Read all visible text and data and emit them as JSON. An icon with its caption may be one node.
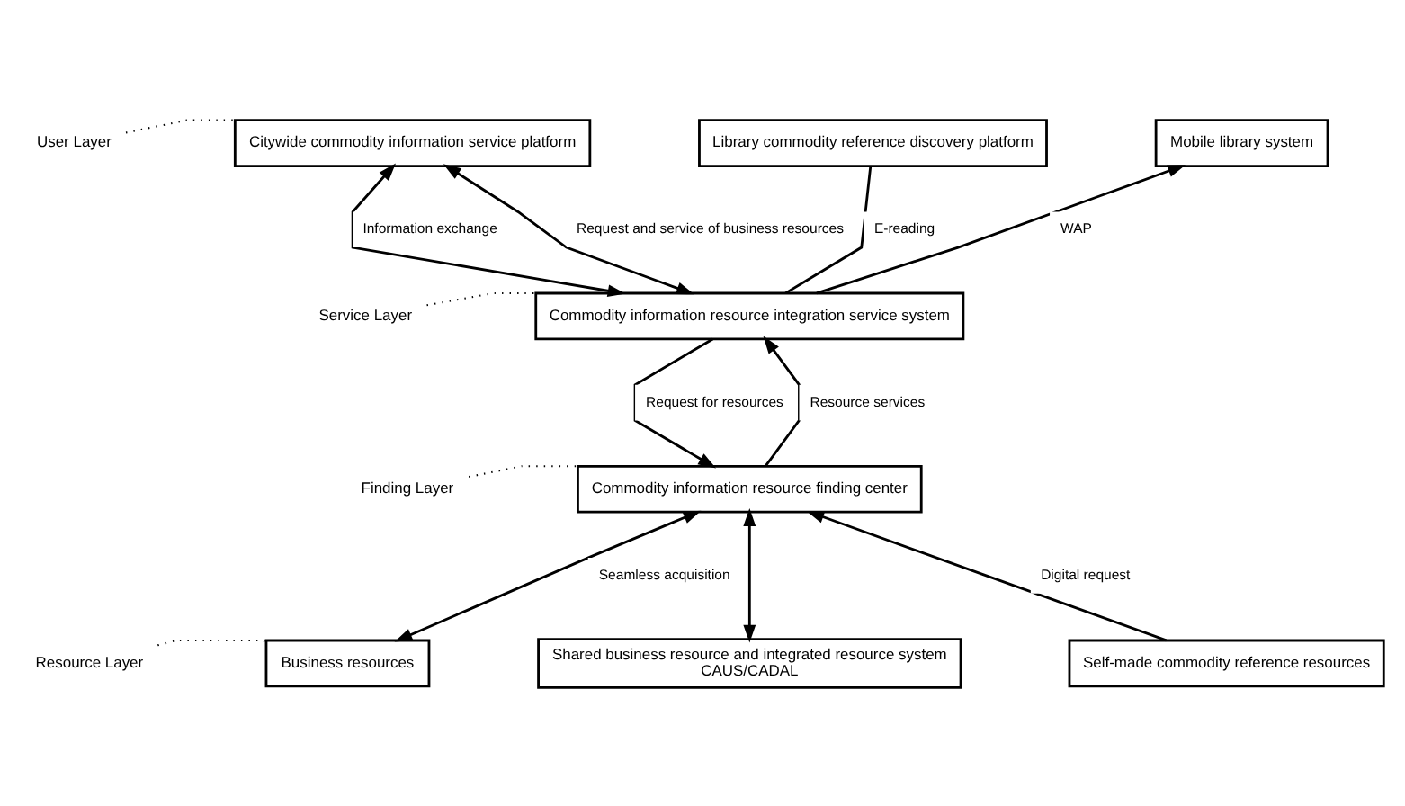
{
  "diagram": {
    "nodes": [
      {
        "text": [
          "User Layer"
        ]
      },
      {
        "text": [
          "Citywide commodity information service platform"
        ]
      },
      {
        "text": [
          "Library commodity reference discovery platform"
        ]
      },
      {
        "text": [
          "Mobile library system"
        ]
      },
      {
        "text": [
          "Service Layer"
        ]
      },
      {
        "text": [
          "Commodity information resource integration service system"
        ]
      },
      {
        "text": [
          "Finding Layer"
        ]
      },
      {
        "text": [
          "Commodity information resource finding center"
        ]
      },
      {
        "text": [
          "Resource Layer"
        ]
      },
      {
        "text": [
          "Business resources"
        ]
      },
      {
        "text": [
          "Shared business resource and integrated resource system",
          "CAUS/CADAL"
        ]
      },
      {
        "text": [
          "Self-made commodity reference resources"
        ]
      }
    ],
    "edges": [
      {
        "from": 0,
        "to": 1,
        "arrow": "none",
        "style": "dashed"
      },
      {
        "from": 5,
        "to": 1,
        "arrow": "both",
        "label": "Request and service of business resources"
      },
      {
        "from": 1,
        "to": 5,
        "arrow": "both",
        "label": "Information exchange"
      },
      {
        "from": 2,
        "to": 5,
        "arrow": "none",
        "label": "E-reading"
      },
      {
        "from": 5,
        "to": 3,
        "arrow": "to",
        "label": "WAP"
      },
      {
        "from": 4,
        "to": 5,
        "arrow": "none",
        "style": "dashed"
      },
      {
        "from": 5,
        "to": 7,
        "arrow": "to",
        "label": "Request for resources"
      },
      {
        "from": 7,
        "to": 5,
        "arrow": "to",
        "label": "Resource services"
      },
      {
        "from": 6,
        "to": 7,
        "arrow": "none",
        "style": "dashed"
      },
      {
        "from": 7,
        "to": 9,
        "arrow": "both",
        "label": "Seamless acquisition"
      },
      {
        "from": 7,
        "to": 10,
        "arrow": "both"
      },
      {
        "from": 11,
        "to": 7,
        "arrow": "to",
        "label": "Digital request"
      },
      {
        "from": 8,
        "to": 9,
        "arrow": "none",
        "style": "dashed"
      }
    ]
  }
}
